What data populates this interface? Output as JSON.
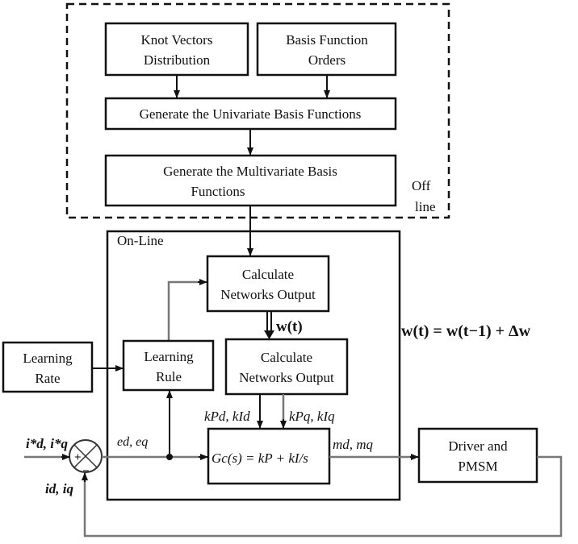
{
  "offline": {
    "label_line1": "Off",
    "label_line2": "line",
    "knot": [
      "Knot Vectors",
      "Distribution"
    ],
    "orders": [
      "Basis Function",
      "Orders"
    ],
    "univariate": "Generate the Univariate Basis Functions",
    "multivariate": [
      "Generate the Multivariate Basis",
      "Functions"
    ]
  },
  "online": {
    "label": "On-Line",
    "calc1": [
      "Calculate",
      "Networks Output"
    ],
    "calc2": [
      "Calculate",
      "Networks Output"
    ],
    "learning_rule": [
      "Learning",
      "Rule"
    ],
    "weight_label": "w(t)",
    "kd_label": "kPd, kId",
    "kq_label": "kPq, kIq",
    "controller": "Gc(s) = kP + kI/s"
  },
  "learning_rate": [
    "Learning",
    "Rate"
  ],
  "update_equation": "w(t) = w(t−1) + Δw",
  "driver": [
    "Driver and",
    "PMSM"
  ],
  "signals": {
    "reference": "i*d, i*q",
    "feedback": "id, iq",
    "error": "ed, eq",
    "output": "md, mq",
    "plus": "+",
    "minus": "−"
  }
}
